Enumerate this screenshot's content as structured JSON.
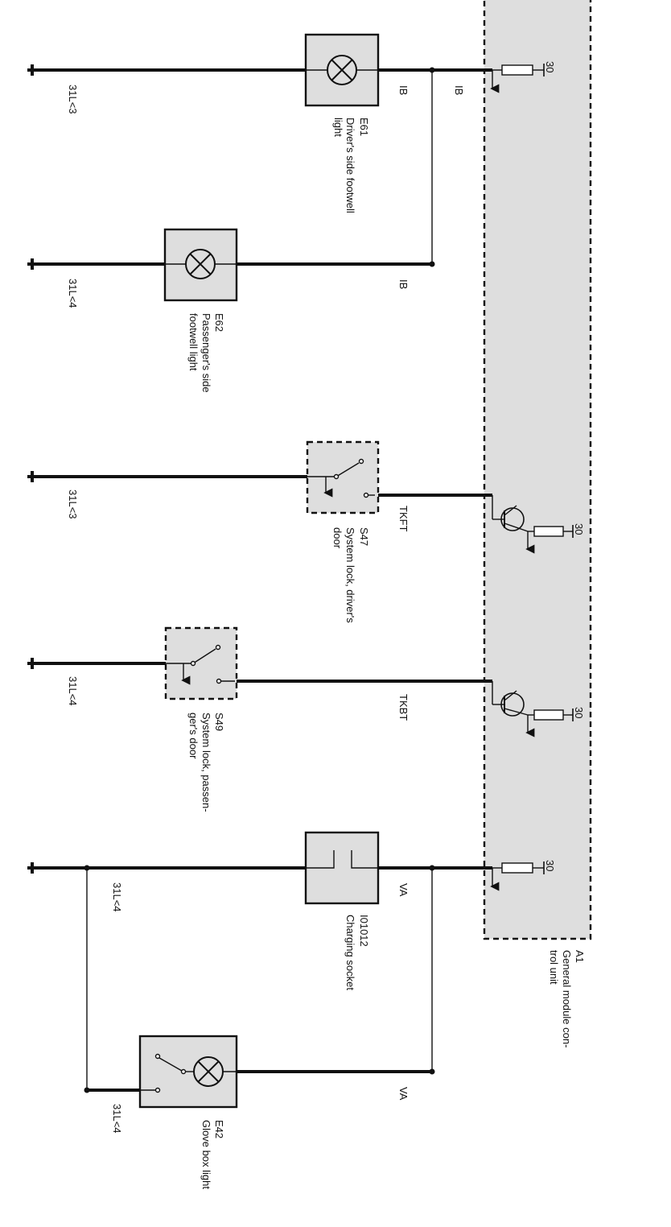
{
  "colors": {
    "module_fill": "#dedede",
    "wire": "#111111",
    "background": "#ffffff"
  },
  "module": {
    "id": "A1",
    "name": "General module con-trol unit",
    "pin_labels": [
      "30",
      "30",
      "30",
      "30"
    ]
  },
  "components": [
    {
      "id": "E61",
      "icon": "lamp-icon",
      "name_line1": "Driver's side footwell",
      "name_line2": "light"
    },
    {
      "id": "E62",
      "icon": "lamp-icon",
      "name_line1": "Passenger's side",
      "name_line2": "footwell light"
    },
    {
      "id": "S47",
      "icon": "switch-icon",
      "name_line1": "System  lock, driver's",
      "name_line2": "door"
    },
    {
      "id": "S49",
      "icon": "switch-icon",
      "name_line1": "System  lock, passen-",
      "name_line2": "ger's door"
    },
    {
      "id": "I01012",
      "icon": "socket-icon",
      "name_line1": "Charging socket",
      "name_line2": ""
    },
    {
      "id": "E42",
      "icon": "lamp-switch-icon",
      "name_line1": "Glove box light",
      "name_line2": ""
    }
  ],
  "wires": [
    {
      "signal_a": "IB",
      "signal_b": "IB",
      "ground": "31L<3"
    },
    {
      "signal": "IB",
      "ground": "31L<4"
    },
    {
      "signal": "TKFT",
      "ground": "31L<3"
    },
    {
      "signal": "TKBT",
      "ground": "31L<4"
    },
    {
      "signal": "VA",
      "ground": "31L<4"
    },
    {
      "signal": "VA",
      "ground": "31L<4"
    }
  ]
}
